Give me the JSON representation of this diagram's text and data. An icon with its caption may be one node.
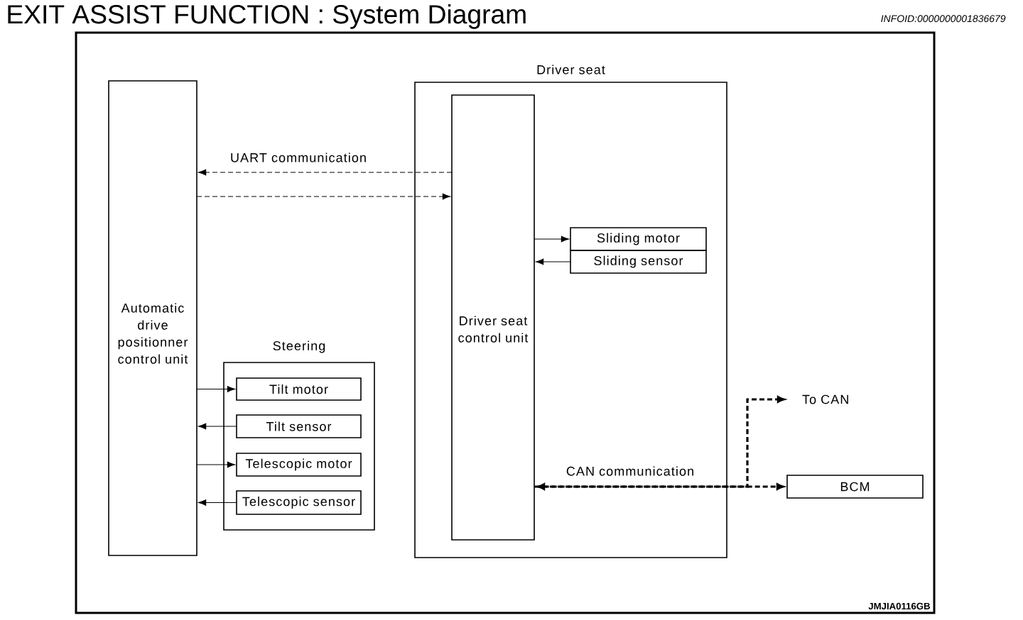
{
  "diagram": {
    "title": "EXIT ASSIST FUNCTION : System Diagram",
    "nodes": [
      {
        "text": [
          "Automatic drive positionner control unit"
        ]
      },
      {
        "text": [
          "Driver seat"
        ]
      },
      {
        "text": [
          "Driver seat control unit"
        ],
        "in": 1
      },
      {
        "text": [
          "Sliding motor"
        ],
        "in": 1
      },
      {
        "text": [
          "Sliding sensor"
        ],
        "in": 1
      },
      {
        "text": [
          "Steering"
        ]
      },
      {
        "text": [
          "Tilt motor"
        ],
        "in": 5
      },
      {
        "text": [
          "Tilt sensor"
        ],
        "in": 5
      },
      {
        "text": [
          "Telescopic motor"
        ],
        "in": 5
      },
      {
        "text": [
          "Telescopic sensor"
        ],
        "in": 5
      },
      {
        "text": [
          "BCM"
        ]
      },
      {
        "text": [
          "To CAN"
        ]
      }
    ],
    "edges": [
      {
        "from": 2,
        "to": 0,
        "arrow": "to",
        "style": "dashed",
        "label": "UART communication"
      },
      {
        "from": 0,
        "to": 2,
        "arrow": "to",
        "style": "dashed"
      },
      {
        "from": 2,
        "to": 3,
        "arrow": "to"
      },
      {
        "from": 4,
        "to": 2,
        "arrow": "to"
      },
      {
        "from": 0,
        "to": 6,
        "arrow": "to"
      },
      {
        "from": 7,
        "to": 0,
        "arrow": "to"
      },
      {
        "from": 0,
        "to": 8,
        "arrow": "to"
      },
      {
        "from": 9,
        "to": 0,
        "arrow": "to"
      },
      {
        "from": 2,
        "to": 10,
        "arrow": "both",
        "style": "dashed",
        "label": "CAN communication"
      },
      {
        "from": 2,
        "to": 11,
        "arrow": "to",
        "style": "dashed"
      }
    ],
    "labels": [
      "INFOID:0000000001836679",
      "JMJIA0116GB"
    ]
  }
}
